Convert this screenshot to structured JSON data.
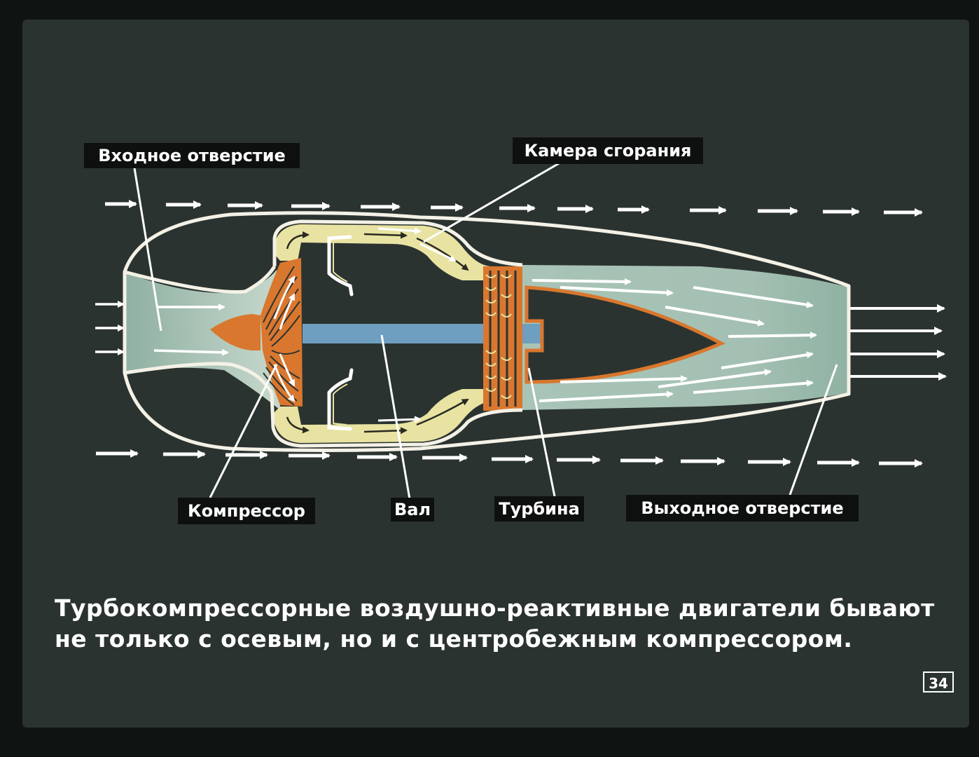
{
  "labels": {
    "inlet": "Входное отверстие",
    "combustion_chamber": "Камера сгорания",
    "compressor": "Компрессор",
    "shaft": "Вал",
    "turbine": "Турбина",
    "outlet": "Выходное отверстие"
  },
  "caption": {
    "line1": "Турбокомпрессорные воздушно-реактивные двигатели бывают",
    "line2": "не только с осевым, но и с центробежным компрессором."
  },
  "page_number": "34",
  "colors": {
    "background": "#2b3330",
    "outline": "#f4f1e6",
    "combustion": "#e8e3a2",
    "compressor": "#d9772e",
    "shaft": "#6f9fc0",
    "exhaust": "#9fb9ad"
  }
}
